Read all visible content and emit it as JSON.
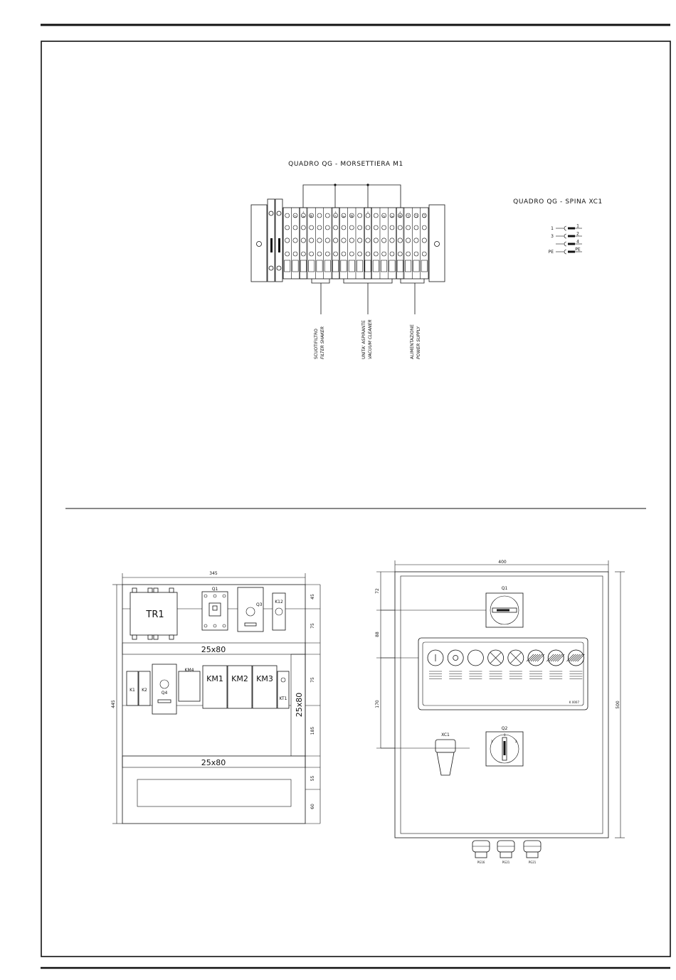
{
  "terminal_block": {
    "title": "QUADRO QG - MORSETTIERA M1",
    "terminal_labels": [
      "U",
      "V",
      "W",
      "U",
      "V",
      "W",
      "U",
      "V",
      "W",
      "L1",
      "L2",
      "L3"
    ],
    "group_labels": [
      {
        "it": "SCUOTIFILTRO",
        "en": "FILTER SHAKER"
      },
      {
        "it": "UNITA' ASPIRANTE",
        "en": "VACUUM CLEANER"
      },
      {
        "it": "ALIMENTAZIONE",
        "en": "POWER SUPPLY"
      }
    ]
  },
  "plug": {
    "title": "QUADRO QG - SPINA XC1",
    "left_labels": [
      "1",
      "3",
      "",
      "PE"
    ],
    "right_labels": [
      "1",
      "2",
      "4",
      "PE"
    ]
  },
  "panel_plate": {
    "width_dim": "345",
    "height_dim": "445",
    "row_dims": [
      "45",
      "75",
      "75",
      "185",
      "55",
      "60"
    ],
    "duct_labels": [
      "25x80",
      "25x80"
    ],
    "duct_vertical": "25x80",
    "components_top": [
      "TR1",
      "Q1",
      "Q3",
      "K12"
    ],
    "components_mid": [
      "K1",
      "K2",
      "Q4",
      "KM4",
      "KM1",
      "KM2",
      "KM3",
      "KT1"
    ]
  },
  "enclosure_front": {
    "width_dim": "400",
    "height_dim": "500",
    "left_dims": [
      "72",
      "88",
      "170"
    ],
    "switch_top": "Q1",
    "switch_bottom": "Q2",
    "switch_bottom_positions": [
      "1",
      "0",
      "2"
    ],
    "plug_label": "XC1",
    "gland_labels": [
      "PG16",
      "PG21",
      "PG21"
    ],
    "panel_tag": "K 0007"
  }
}
